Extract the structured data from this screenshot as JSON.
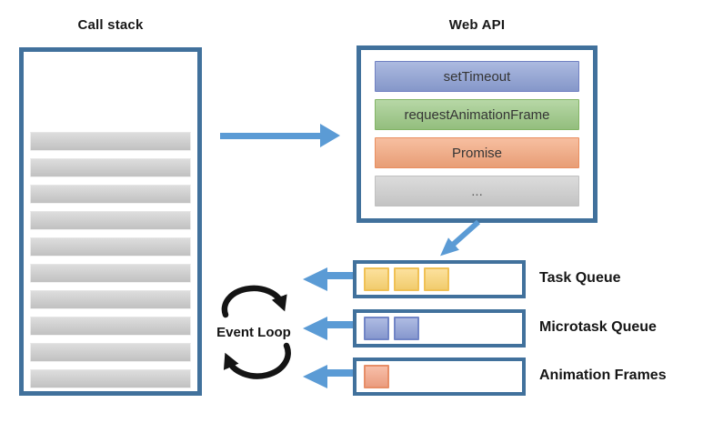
{
  "diagram": {
    "call_stack": {
      "title": "Call stack",
      "frame_count": 10
    },
    "web_api": {
      "title": "Web API",
      "items": [
        {
          "label": "setTimeout",
          "color": "blue"
        },
        {
          "label": "requestAnimationFrame",
          "color": "green"
        },
        {
          "label": "Promise",
          "color": "orange"
        },
        {
          "label": "...",
          "color": "gray"
        }
      ]
    },
    "queues": [
      {
        "label": "Task Queue",
        "square_count": 3,
        "square_color": "yellow"
      },
      {
        "label": "Microtask Queue",
        "square_count": 2,
        "square_color": "blue"
      },
      {
        "label": "Animation Frames",
        "square_count": 1,
        "square_color": "orange"
      }
    ],
    "event_loop": {
      "label": "Event Loop"
    }
  },
  "colors": {
    "arrow_blue": "#5B9BD5",
    "box_border": "#41719C",
    "settimeout_fill": "#8C9FD4",
    "settimeout_border": "#7080C2",
    "raf_fill": "#9BC884",
    "raf_border": "#82B465",
    "promise_fill": "#F4A67C",
    "promise_border": "#E98E5F",
    "ellipsis_fill": "#CECECE",
    "ellipsis_border": "#C0C0C0",
    "stack_frame_fill": "#CBCBCB",
    "task_square_fill": "#FBD472",
    "task_square_border": "#F0C155",
    "microtask_square_fill": "#8C9ED6",
    "microtask_square_border": "#7185C6",
    "animation_square_fill": "#F4A384",
    "animation_square_border": "#E78E68",
    "event_loop_black": "#141414"
  }
}
